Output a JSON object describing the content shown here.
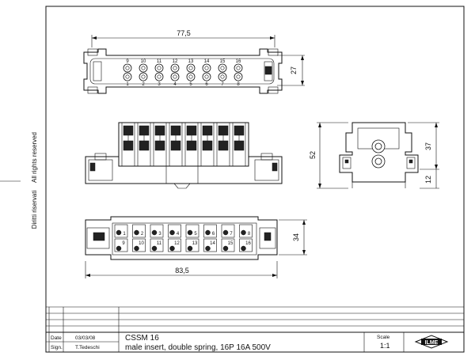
{
  "side_note": {
    "rights_it": "Diritti riservati",
    "rights_en": "All rights reserved"
  },
  "top_view": {
    "width_dim": "77,5",
    "height_dim": "27",
    "top_row_pins": [
      "9",
      "10",
      "11",
      "12",
      "13",
      "14",
      "15",
      "16"
    ],
    "bottom_row_pins": [
      "1",
      "2",
      "3",
      "4",
      "5",
      "6",
      "7",
      "8"
    ]
  },
  "side_view": {
    "height_total": "52",
    "height_upper": "37",
    "height_lower": "12"
  },
  "bottom_view": {
    "width_dim": "83,5",
    "height_dim": "34",
    "top_row_pins": [
      "1",
      "2",
      "3",
      "4",
      "5",
      "6",
      "7",
      "8"
    ],
    "bottom_row_pins": [
      "9",
      "10",
      "11",
      "12",
      "13",
      "14",
      "15",
      "16"
    ]
  },
  "title_block": {
    "date_label": "Date",
    "date_value": "03/03/08",
    "sign_label": "Sign.",
    "sign_value": "T.Tedeschi",
    "code": "CSSM 16",
    "description": "male insert, double spring, 16P 16A 500V",
    "scale_label": "Scale",
    "scale_value": "1:1",
    "logo_text": "ILME"
  }
}
